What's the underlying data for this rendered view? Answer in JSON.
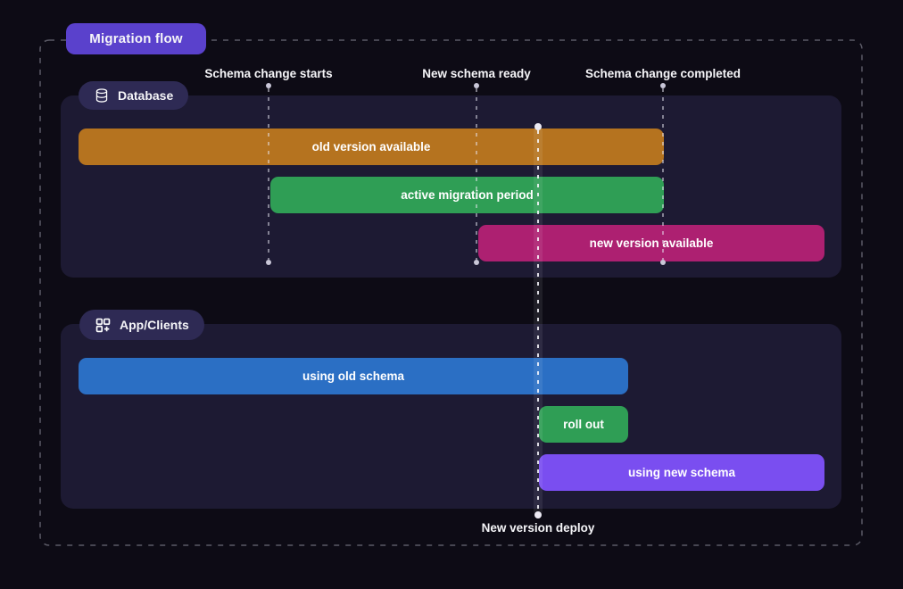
{
  "title_badge": {
    "label": "Migration flow"
  },
  "timeline": {
    "markers": [
      {
        "label": "Schema change starts"
      },
      {
        "label": "New schema ready"
      },
      {
        "label": "Schema change completed"
      }
    ],
    "deploy": {
      "label": "New version deploy"
    }
  },
  "database": {
    "label": "Database",
    "icon": "database-icon",
    "bars": [
      {
        "label": "old version available",
        "color": "#b5731f"
      },
      {
        "label": "active migration period",
        "color": "#2f9e55"
      },
      {
        "label": "new version available",
        "color": "#ad2071"
      }
    ]
  },
  "apps": {
    "label": "App/Clients",
    "icon": "apps-add-icon",
    "bars": [
      {
        "label": "using old schema",
        "color": "#2b6fc4"
      },
      {
        "label": "roll out",
        "color": "#2f9e55"
      },
      {
        "label": "using new schema",
        "color": "#7a4ef0"
      }
    ]
  },
  "colors": {
    "background": "#0d0b15",
    "panel": "#1d1a33",
    "badge": "#2e2a54",
    "accent": "#5a41cc",
    "frame_stroke": "#5b5a66",
    "guide_dot": "#c9c7d8",
    "text": "#f5f5f8"
  }
}
